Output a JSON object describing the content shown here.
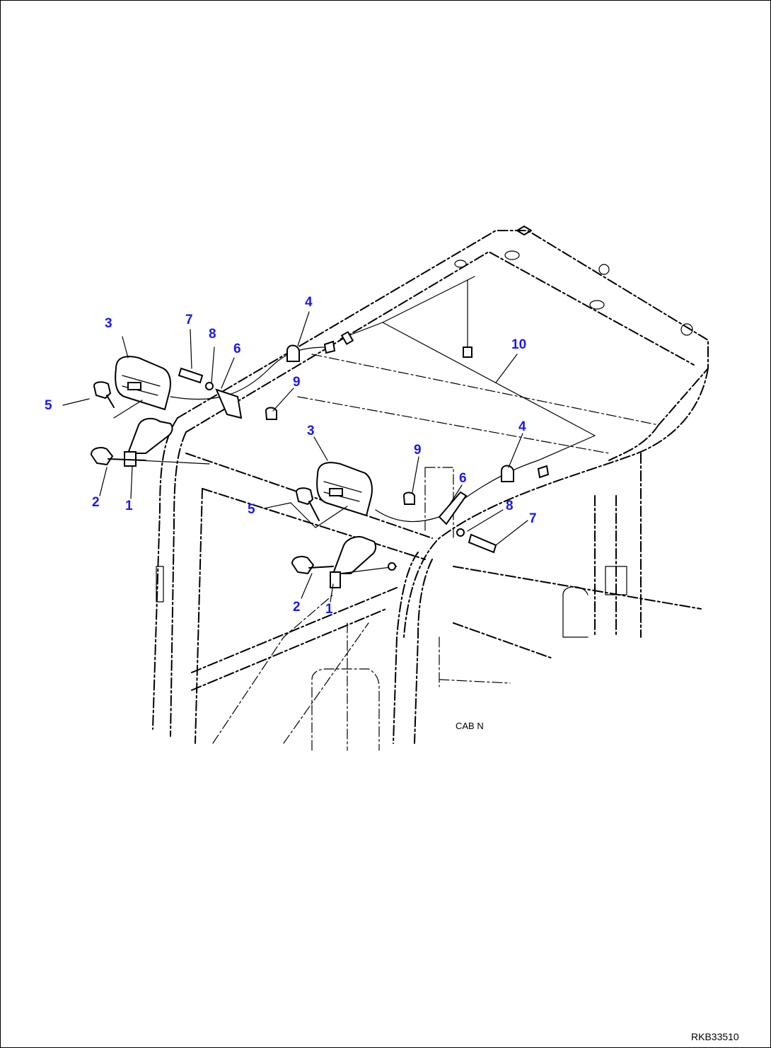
{
  "callouts": [
    {
      "label": "3"
    },
    {
      "label": "7"
    },
    {
      "label": "8"
    },
    {
      "label": "6"
    },
    {
      "label": "4"
    },
    {
      "label": "10"
    },
    {
      "label": "5"
    },
    {
      "label": "9"
    },
    {
      "label": "2"
    },
    {
      "label": "1"
    },
    {
      "label": "3"
    },
    {
      "label": "9"
    },
    {
      "label": "4"
    },
    {
      "label": "6"
    },
    {
      "label": "5"
    },
    {
      "label": "8"
    },
    {
      "label": "7"
    },
    {
      "label": "2"
    },
    {
      "label": "1"
    }
  ],
  "cab_label": "CAB N",
  "figure_id": "RKB33510",
  "colors": {
    "callout": "#1a1ae6",
    "line": "#000000"
  }
}
